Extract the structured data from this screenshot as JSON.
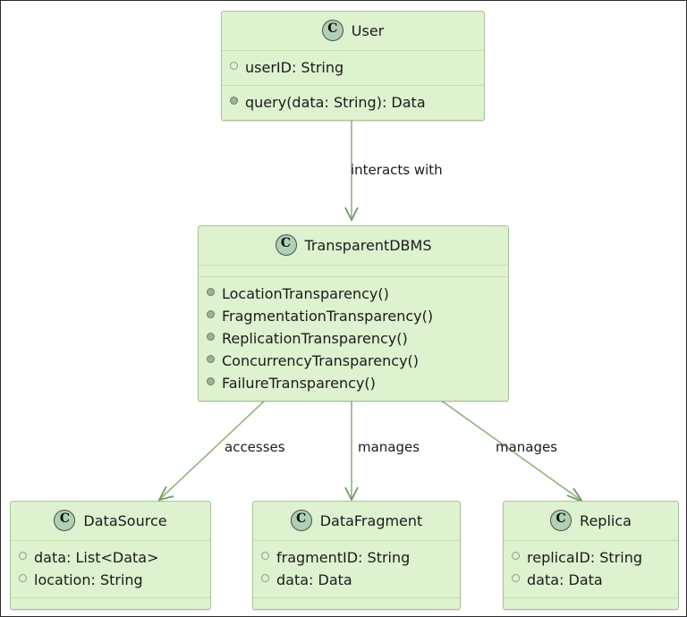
{
  "diagram": {
    "type": "uml-class-diagram",
    "background": "#ffffff",
    "class_fill": "#ddf2ce",
    "class_border": "#a8c49a",
    "icon_fill": "#add1b2",
    "edge_color": "#8fb580",
    "text_color": "#1b1b1b"
  },
  "classes": [
    {
      "id": "user",
      "name": "User",
      "icon": "class-circle-icon",
      "icon_letter": "C",
      "attributes": [
        {
          "visibility": "field",
          "text": "userID: String"
        }
      ],
      "methods": [
        {
          "visibility": "method",
          "text": "query(data: String): Data"
        }
      ]
    },
    {
      "id": "transparentdbms",
      "name": "TransparentDBMS",
      "icon": "class-circle-icon",
      "icon_letter": "C",
      "attributes": [],
      "methods": [
        {
          "visibility": "method",
          "text": "LocationTransparency()"
        },
        {
          "visibility": "method",
          "text": "FragmentationTransparency()"
        },
        {
          "visibility": "method",
          "text": "ReplicationTransparency()"
        },
        {
          "visibility": "method",
          "text": "ConcurrencyTransparency()"
        },
        {
          "visibility": "method",
          "text": "FailureTransparency()"
        }
      ]
    },
    {
      "id": "datasource",
      "name": "DataSource",
      "icon": "class-circle-icon",
      "icon_letter": "C",
      "attributes": [
        {
          "visibility": "field",
          "text": "data: List<Data>"
        },
        {
          "visibility": "field",
          "text": "location: String"
        }
      ],
      "methods": []
    },
    {
      "id": "datafragment",
      "name": "DataFragment",
      "icon": "class-circle-icon",
      "icon_letter": "C",
      "attributes": [
        {
          "visibility": "field",
          "text": "fragmentID: String"
        },
        {
          "visibility": "field",
          "text": "data: Data"
        }
      ],
      "methods": []
    },
    {
      "id": "replica",
      "name": "Replica",
      "icon": "class-circle-icon",
      "icon_letter": "C",
      "attributes": [
        {
          "visibility": "field",
          "text": "replicaID: String"
        },
        {
          "visibility": "field",
          "text": "data: Data"
        }
      ],
      "methods": []
    }
  ],
  "relationships": [
    {
      "id": "rel-interacts",
      "from": "user",
      "to": "transparentdbms",
      "label": "interacts with"
    },
    {
      "id": "rel-accesses",
      "from": "transparentdbms",
      "to": "datasource",
      "label": "accesses"
    },
    {
      "id": "rel-manages-fragment",
      "from": "transparentdbms",
      "to": "datafragment",
      "label": "manages"
    },
    {
      "id": "rel-manages-replica",
      "from": "transparentdbms",
      "to": "replica",
      "label": "manages"
    }
  ]
}
